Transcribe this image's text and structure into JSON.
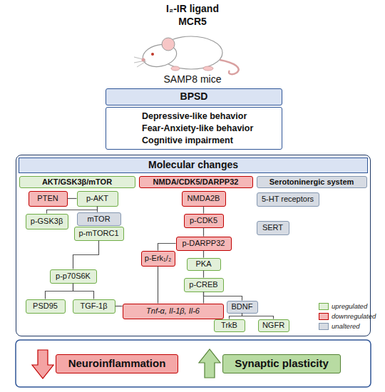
{
  "diagram": {
    "nodes": [
      {
        "text": [
          "BPSD"
        ]
      },
      {
        "text": [
          "Depressive-like behavior",
          "Fear-Anxiety-like behavior",
          "Cognitive impairment"
        ]
      },
      {
        "text": [
          "Molecular changes"
        ]
      },
      {
        "text": [
          "AKT/GSK3β/mTOR"
        ],
        "in": 2
      },
      {
        "text": [
          "NMDA/CDK5/DARPP32"
        ],
        "in": 2
      },
      {
        "text": [
          "Serotoninergic system"
        ],
        "in": 2
      },
      {
        "text": [
          "PTEN"
        ],
        "in": 2
      },
      {
        "text": [
          "p-AKT"
        ],
        "in": 2
      },
      {
        "text": [
          "NMDA2B"
        ],
        "in": 2
      },
      {
        "text": [
          "5-HT receptors"
        ],
        "in": 2
      },
      {
        "text": [
          "p-GSK3β"
        ],
        "in": 2
      },
      {
        "text": [
          "mTOR"
        ],
        "in": 2
      },
      {
        "text": [
          "p-CDK5"
        ],
        "in": 2
      },
      {
        "text": [
          "p-mTORC1"
        ],
        "in": 2
      },
      {
        "text": [
          "SERT"
        ],
        "in": 2
      },
      {
        "text": [
          "p-DARPP32"
        ],
        "in": 2
      },
      {
        "text": [
          "p-Erk₁/₂"
        ],
        "in": 2
      },
      {
        "text": [
          "PKA"
        ],
        "in": 2
      },
      {
        "text": [
          "p-p70S6K"
        ],
        "in": 2
      },
      {
        "text": [
          "p-CREB"
        ],
        "in": 2
      },
      {
        "text": [
          "PSD95"
        ],
        "in": 2
      },
      {
        "text": [
          "TGF-1β"
        ],
        "in": 2
      },
      {
        "text": [
          "Tnf-α, Il-1β, Il-6"
        ],
        "in": 2
      },
      {
        "text": [
          "BDNF"
        ],
        "in": 2
      },
      {
        "text": [
          "TrkB"
        ],
        "in": 2
      },
      {
        "text": [
          "NGFR"
        ],
        "in": 2
      },
      {
        "text": [
          "Neuroinflammation"
        ]
      },
      {
        "text": [
          "Synaptic plasticity"
        ]
      }
    ],
    "edges": [
      {
        "from": 6,
        "to": 7,
        "arrow": "none"
      },
      {
        "from": 7,
        "to": 10,
        "arrow": "none"
      },
      {
        "from": 7,
        "to": 11,
        "arrow": "none"
      },
      {
        "from": 13,
        "to": 18,
        "arrow": "none"
      },
      {
        "from": 18,
        "to": 20,
        "arrow": "none"
      },
      {
        "from": 18,
        "to": 21,
        "arrow": "none"
      },
      {
        "from": 21,
        "to": 22,
        "arrow": "none"
      },
      {
        "from": 8,
        "to": 12,
        "arrow": "none"
      },
      {
        "from": 12,
        "to": 15,
        "arrow": "none"
      },
      {
        "from": 15,
        "to": 17,
        "arrow": "none"
      },
      {
        "from": 15,
        "to": 16,
        "arrow": "none"
      },
      {
        "from": 16,
        "to": 22,
        "arrow": "none"
      },
      {
        "from": 17,
        "to": 19,
        "arrow": "none"
      },
      {
        "from": 19,
        "to": 22,
        "arrow": "none"
      },
      {
        "from": 19,
        "to": 23,
        "arrow": "none"
      },
      {
        "from": 23,
        "to": 24,
        "arrow": "none"
      },
      {
        "from": 23,
        "to": 25,
        "arrow": "none"
      }
    ],
    "labels": [
      "I₂-IR ligand",
      "MCR5",
      "SAMP8 mice"
    ],
    "legend": [
      {
        "text": "upregulated",
        "color": "#e2f0d9"
      },
      {
        "text": "downregulated",
        "color": "#f5b7b7"
      },
      {
        "text": "unaltered",
        "color": "#d6dbe3"
      }
    ]
  }
}
